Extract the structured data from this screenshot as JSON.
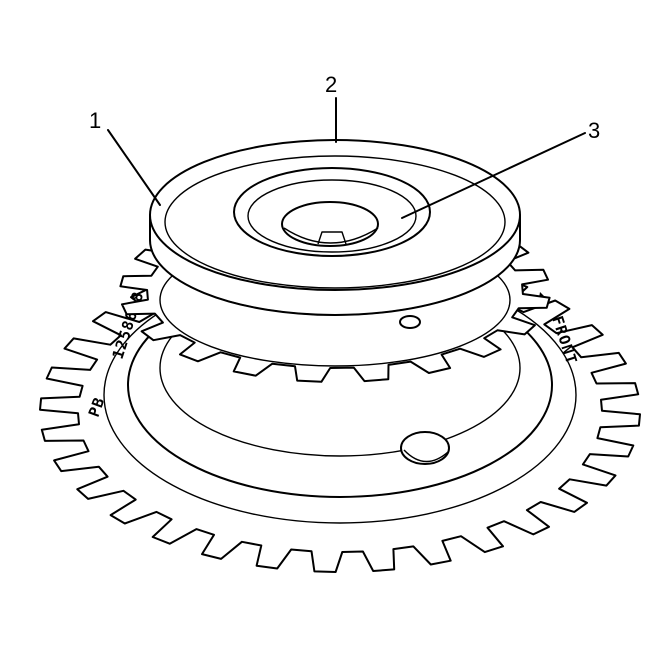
{
  "callouts": [
    {
      "id": "1",
      "label": "1"
    },
    {
      "id": "2",
      "label": "2"
    },
    {
      "id": "3",
      "label": "3"
    }
  ],
  "engravings": {
    "part_number": "12586481",
    "marking_left": "PB",
    "front_mark": "FRONT"
  }
}
